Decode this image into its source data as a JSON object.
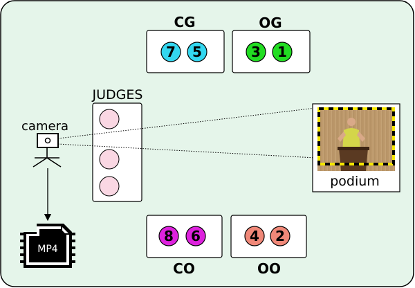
{
  "teams": {
    "cg": {
      "label": "CG",
      "members": [
        "7",
        "5"
      ],
      "color": "#33d7f0"
    },
    "og": {
      "label": "OG",
      "members": [
        "3",
        "1"
      ],
      "color": "#22dd22"
    },
    "co": {
      "label": "CO",
      "members": [
        "8",
        "6"
      ],
      "color": "#dd22dd"
    },
    "oo": {
      "label": "OO",
      "members": [
        "4",
        "2"
      ],
      "color": "#f08878"
    }
  },
  "judges": {
    "label": "JUDGES",
    "count": 3,
    "color": "#fad7e3"
  },
  "camera": {
    "label": "camera"
  },
  "podium": {
    "label": "podium"
  },
  "file": {
    "label": "MP4"
  },
  "colors": {
    "room_fill": "#e5f5ea",
    "frame_yellow": "#f5e600"
  }
}
